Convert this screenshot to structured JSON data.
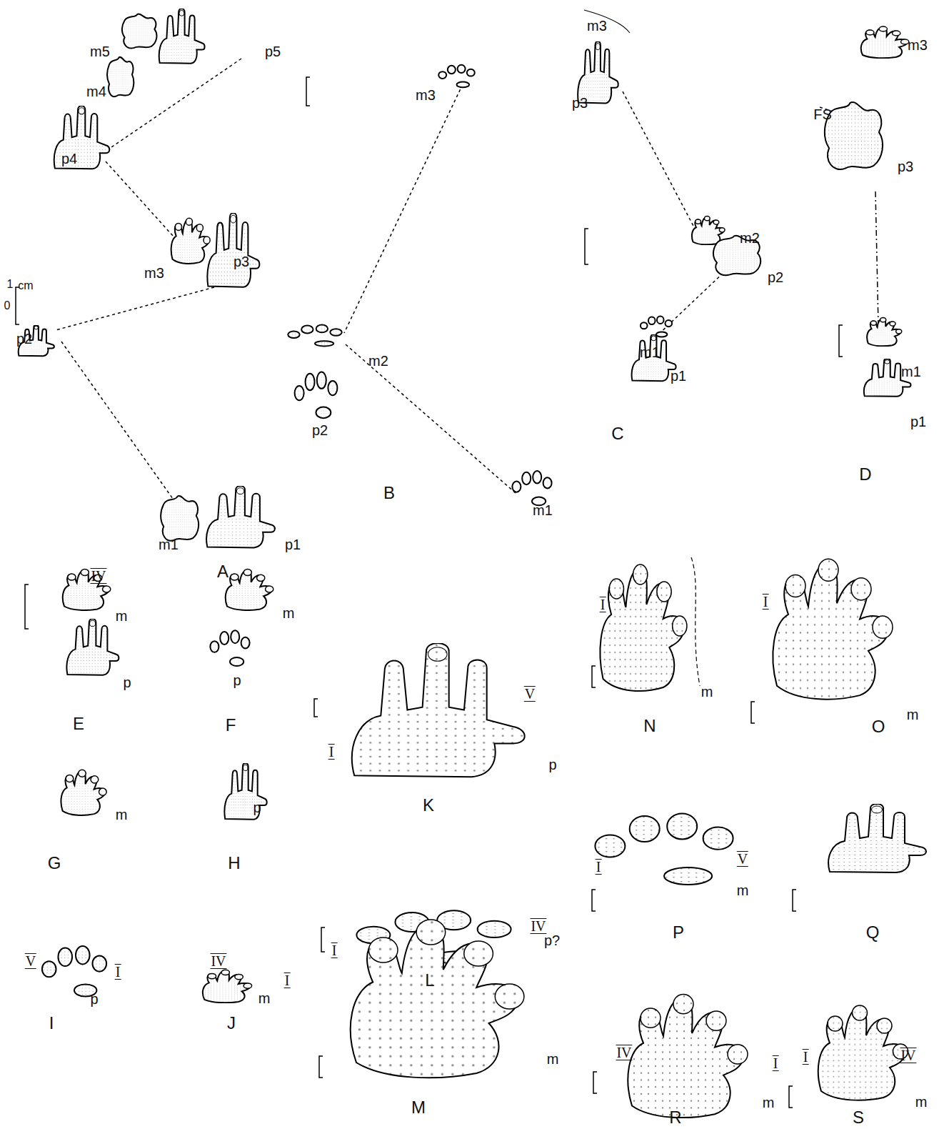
{
  "diagram": {
    "labels": [
      "m5",
      "p5",
      "m4",
      "p4",
      "1",
      "cm",
      "0",
      "m3",
      "p3",
      "p2",
      "m1",
      "p1",
      "A",
      "m3",
      "m2",
      "p2",
      "m1",
      "B",
      "m3",
      "p3",
      "m2",
      "p2",
      "m1",
      "p1",
      "C",
      "m3",
      "FS",
      "p3",
      "m1",
      "p1",
      "D",
      "IV",
      "m",
      "p",
      "E",
      "m",
      "p",
      "F",
      "m",
      "G",
      "p",
      "H",
      "V",
      "I",
      "p",
      "I",
      "IV",
      "I",
      "m",
      "J",
      "I",
      "V",
      "p",
      "K",
      "p?",
      "L",
      "I",
      "IV",
      "m",
      "M",
      "I",
      "m",
      "N",
      "I",
      "m",
      "O",
      "I",
      "V",
      "m",
      "P",
      "Q",
      "IV",
      "I",
      "m",
      "R",
      "I",
      "IV",
      "m",
      "S"
    ]
  }
}
